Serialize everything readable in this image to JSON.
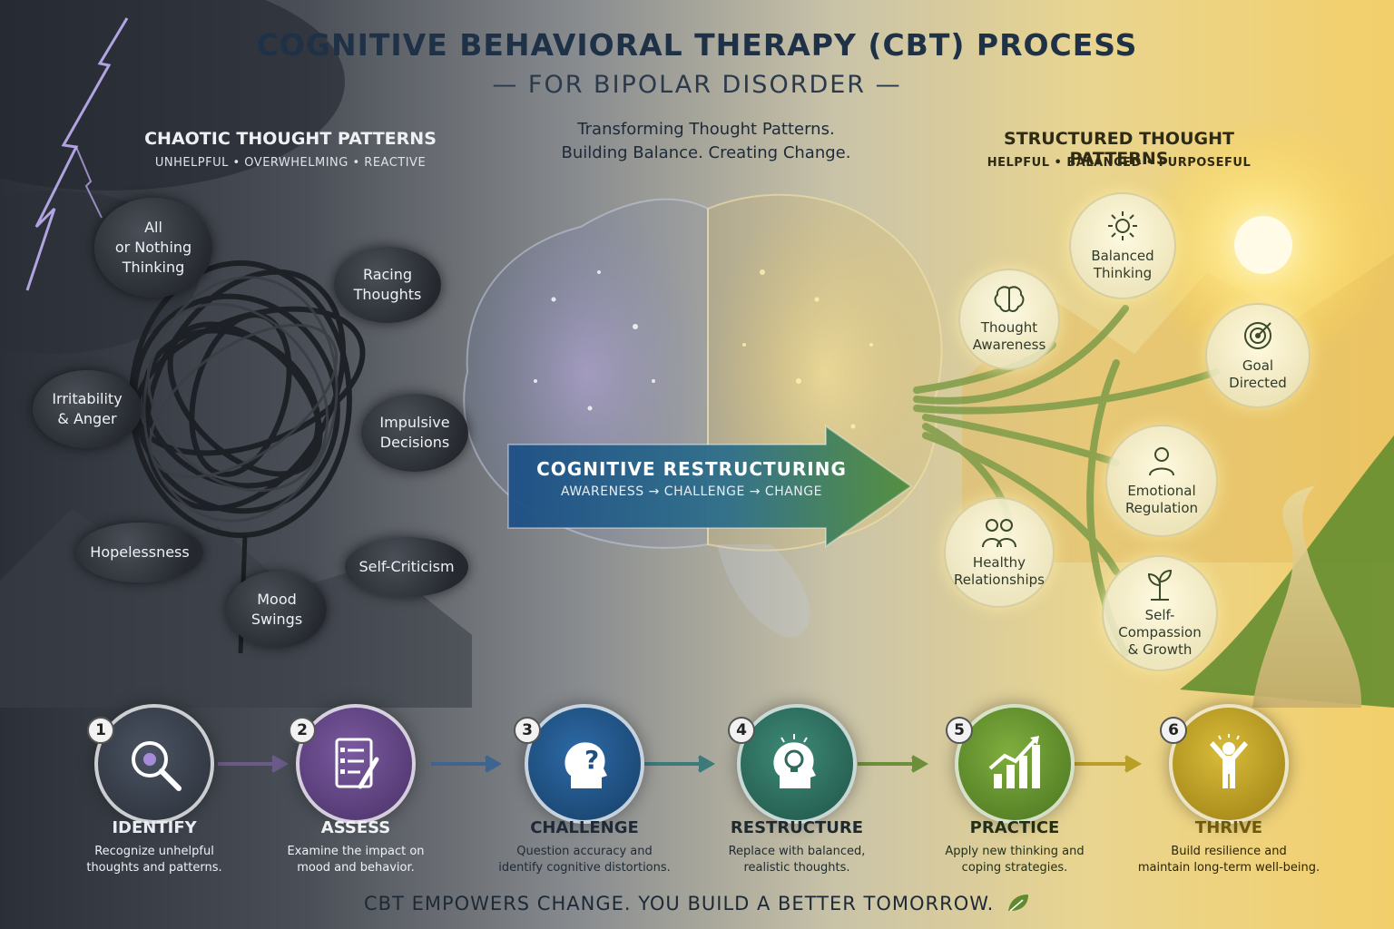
{
  "header": {
    "title": "COGNITIVE BEHAVIORAL THERAPY (CBT) PROCESS",
    "subtitle": "— FOR BIPOLAR DISORDER —",
    "tagline_line1": "Transforming Thought Patterns.",
    "tagline_line2": "Building Balance. Creating Change."
  },
  "chaotic": {
    "heading": "CHAOTIC THOUGHT PATTERNS",
    "subheading": "UNHELPFUL • OVERWHELMING • REACTIVE",
    "clouds": [
      {
        "line1": "All",
        "line2": "or Nothing",
        "line3": "Thinking"
      },
      {
        "line1": "Racing",
        "line2": "Thoughts"
      },
      {
        "line1": "Irritability",
        "line2": "& Anger"
      },
      {
        "line1": "Impulsive",
        "line2": "Decisions"
      },
      {
        "line1": "Hopelessness"
      },
      {
        "line1": "Self-Criticism"
      },
      {
        "line1": "Mood",
        "line2": "Swings"
      }
    ]
  },
  "structured": {
    "heading": "STRUCTURED THOUGHT PATTERNS",
    "subheading": "HELPFUL • BALANCED • PURPOSEFUL",
    "bubbles": [
      {
        "line1": "Balanced",
        "line2": "Thinking",
        "icon": "sun-icon"
      },
      {
        "line1": "Thought",
        "line2": "Awareness",
        "icon": "brain-icon"
      },
      {
        "line1": "Goal",
        "line2": "Directed",
        "icon": "target-icon"
      },
      {
        "line1": "Emotional",
        "line2": "Regulation",
        "icon": "person-icon"
      },
      {
        "line1": "Healthy",
        "line2": "Relationships",
        "icon": "people-icon"
      },
      {
        "line1": "Self-Compassion",
        "line2": "& Growth",
        "icon": "sprout-icon"
      }
    ]
  },
  "restructuring": {
    "title": "COGNITIVE RESTRUCTURING",
    "subtitle": "AWARENESS → CHALLENGE → CHANGE"
  },
  "steps": [
    {
      "num": "1",
      "label": "IDENTIFY",
      "desc1": "Recognize unhelpful",
      "desc2": "thoughts and patterns.",
      "icon": "magnifier-icon",
      "color": "#3a4250"
    },
    {
      "num": "2",
      "label": "ASSESS",
      "desc1": "Examine the impact on",
      "desc2": "mood and behavior.",
      "icon": "checklist-icon",
      "color": "#5b3d7a"
    },
    {
      "num": "3",
      "label": "CHALLENGE",
      "desc1": "Question accuracy and",
      "desc2": "identify cognitive distortions.",
      "icon": "question-head-icon",
      "color": "#1f4f7e"
    },
    {
      "num": "4",
      "label": "RESTRUCTURE",
      "desc1": "Replace with balanced,",
      "desc2": "realistic thoughts.",
      "icon": "lightbulb-head-icon",
      "color": "#2f6a5c"
    },
    {
      "num": "5",
      "label": "PRACTICE",
      "desc1": "Apply new thinking and",
      "desc2": "coping strategies.",
      "icon": "growth-chart-icon",
      "color": "#5f8a2e"
    },
    {
      "num": "6",
      "label": "THRIVE",
      "desc1": "Build resilience and",
      "desc2": "maintain long-term well-being.",
      "icon": "celebrating-person-icon",
      "color": "#b89a1e"
    }
  ],
  "footer": {
    "text": "CBT EMPOWERS CHANGE. YOU BUILD A BETTER TOMORROW."
  }
}
